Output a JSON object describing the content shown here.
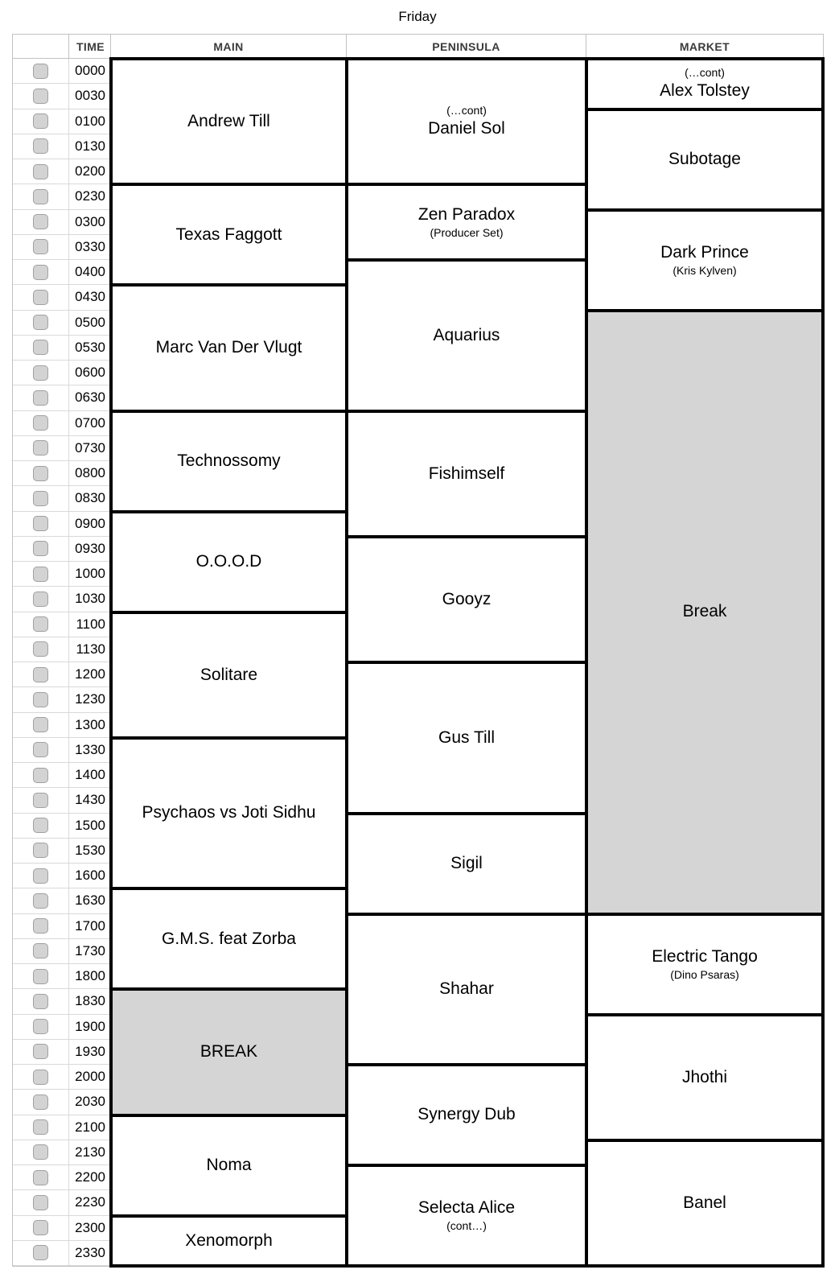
{
  "title": "Friday",
  "break_color": "#d5d5d5",
  "table": {
    "time_header": "TIME",
    "time_slots": [
      "0000",
      "0030",
      "0100",
      "0130",
      "0200",
      "0230",
      "0300",
      "0330",
      "0400",
      "0430",
      "0500",
      "0530",
      "0600",
      "0630",
      "0700",
      "0730",
      "0800",
      "0830",
      "0900",
      "0930",
      "1000",
      "1030",
      "1100",
      "1130",
      "1200",
      "1230",
      "1300",
      "1330",
      "1400",
      "1430",
      "1500",
      "1530",
      "1600",
      "1630",
      "1700",
      "1730",
      "1800",
      "1830",
      "1900",
      "1930",
      "2000",
      "2030",
      "2100",
      "2130",
      "2200",
      "2230",
      "2300",
      "2330"
    ],
    "columns": [
      {
        "id": "main",
        "header": "MAIN",
        "events": [
          {
            "name": "Andrew Till",
            "start": "0000",
            "end": "0230"
          },
          {
            "name": "Texas Faggott",
            "start": "0230",
            "end": "0430"
          },
          {
            "name": "Marc Van Der Vlugt",
            "start": "0430",
            "end": "0700"
          },
          {
            "name": "Technossomy",
            "start": "0700",
            "end": "0900"
          },
          {
            "name": "O.O.O.D",
            "start": "0900",
            "end": "1100"
          },
          {
            "name": "Solitare",
            "start": "1100",
            "end": "1330"
          },
          {
            "name": "Psychaos vs Joti Sidhu",
            "start": "1330",
            "end": "1630"
          },
          {
            "name": "G.M.S. feat Zorba",
            "start": "1630",
            "end": "1830"
          },
          {
            "name": "BREAK",
            "start": "1830",
            "end": "2100",
            "is_break": true
          },
          {
            "name": "Noma",
            "start": "2100",
            "end": "2300"
          },
          {
            "name": "Xenomorph",
            "start": "2300",
            "end": "2400"
          }
        ]
      },
      {
        "id": "peninsula",
        "header": "PENINSULA",
        "events": [
          {
            "name": "Daniel Sol",
            "sub": "(…cont)",
            "sub_position": "above",
            "start": "0000",
            "end": "0230"
          },
          {
            "name": "Zen Paradox",
            "sub": "(Producer Set)",
            "sub_position": "below",
            "start": "0230",
            "end": "0400"
          },
          {
            "name": "Aquarius",
            "start": "0400",
            "end": "0700"
          },
          {
            "name": "Fishimself",
            "start": "0700",
            "end": "0930"
          },
          {
            "name": "Gooyz",
            "start": "0930",
            "end": "1200"
          },
          {
            "name": "Gus Till",
            "start": "1200",
            "end": "1500"
          },
          {
            "name": "Sigil",
            "start": "1500",
            "end": "1700"
          },
          {
            "name": "Shahar",
            "start": "1700",
            "end": "2000"
          },
          {
            "name": "Synergy Dub",
            "start": "2000",
            "end": "2200"
          },
          {
            "name": "Selecta Alice",
            "sub": "(cont…)",
            "sub_position": "below",
            "start": "2200",
            "end": "2400"
          }
        ]
      },
      {
        "id": "market",
        "header": "MARKET",
        "events": [
          {
            "name": "Alex Tolstey",
            "sub": "(…cont)",
            "sub_position": "above",
            "start": "0000",
            "end": "0100"
          },
          {
            "name": "Subotage",
            "start": "0100",
            "end": "0300"
          },
          {
            "name": "Dark Prince",
            "sub": "(Kris Kylven)",
            "sub_position": "below",
            "start": "0300",
            "end": "0500"
          },
          {
            "name": "Break",
            "start": "0500",
            "end": "1700",
            "is_break": true
          },
          {
            "name": "Electric Tango",
            "sub": "(Dino Psaras)",
            "sub_position": "below",
            "start": "1700",
            "end": "1900"
          },
          {
            "name": "Jhothi",
            "start": "1900",
            "end": "2130"
          },
          {
            "name": "Banel",
            "start": "2130",
            "end": "2400"
          }
        ]
      }
    ]
  }
}
